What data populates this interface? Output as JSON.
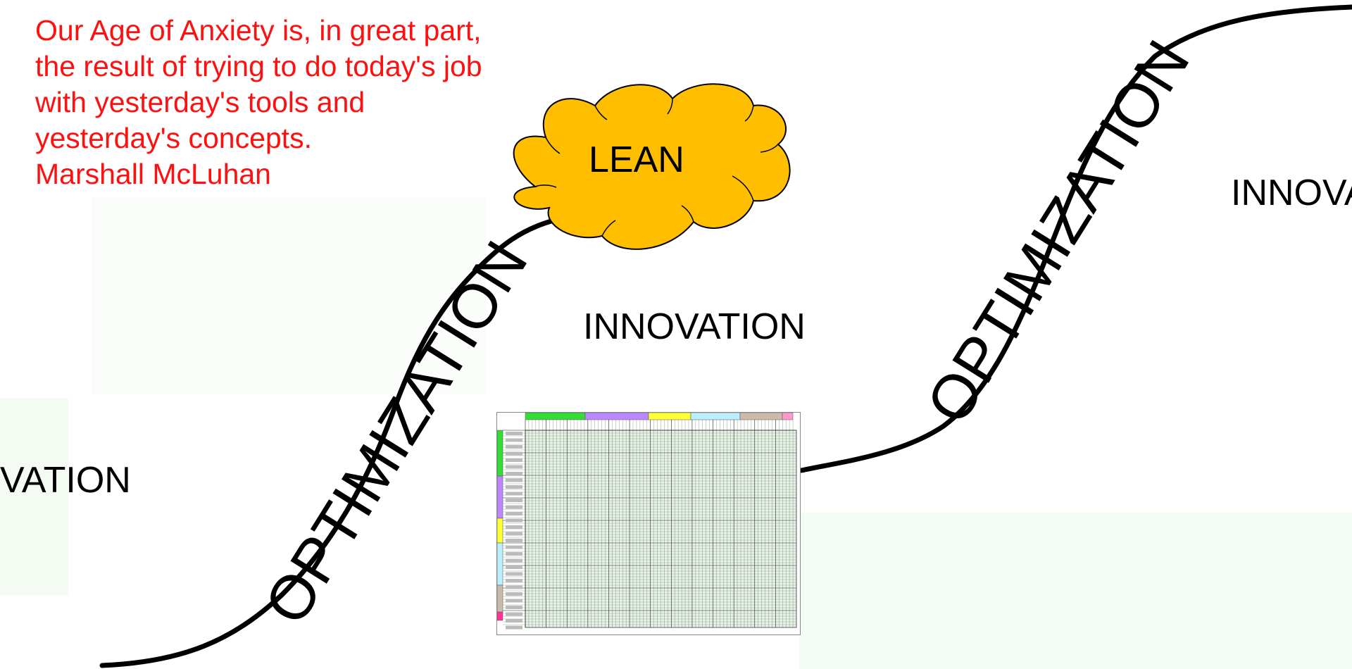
{
  "quote": {
    "lines": [
      "Our Age of Anxiety is, in great part,",
      "the result of trying to do today's job",
      "with yesterday's tools and",
      "yesterday's concepts.",
      "Marshall McLuhan"
    ],
    "color": "#ff1010"
  },
  "cloud": {
    "label": "LEAN",
    "fill": "#ffbf00",
    "icon": "cloud-shape"
  },
  "labels": {
    "innovation_left": "VATION",
    "innovation_center": "INNOVATION",
    "innovation_right": "INNOVA",
    "optimization_left": "OPTIMIZATION",
    "optimization_right": "OPTIMIZATION"
  },
  "matrix": {
    "icon": "spreadsheet-matrix-thumbnail",
    "header_colors": [
      "#33dd33",
      "#bb88ff",
      "#ffff33",
      "#bbeeff",
      "#ccbbaa",
      "#ff99cc"
    ],
    "side_colors": [
      "#33dd33",
      "#bb88ff",
      "#ffff33",
      "#bbeeff",
      "#ccbbaa",
      "#ff3399"
    ]
  },
  "curve": {
    "icon": "s-curve-line",
    "color": "#000000"
  },
  "tints": {
    "color": "#f4fbf4"
  }
}
